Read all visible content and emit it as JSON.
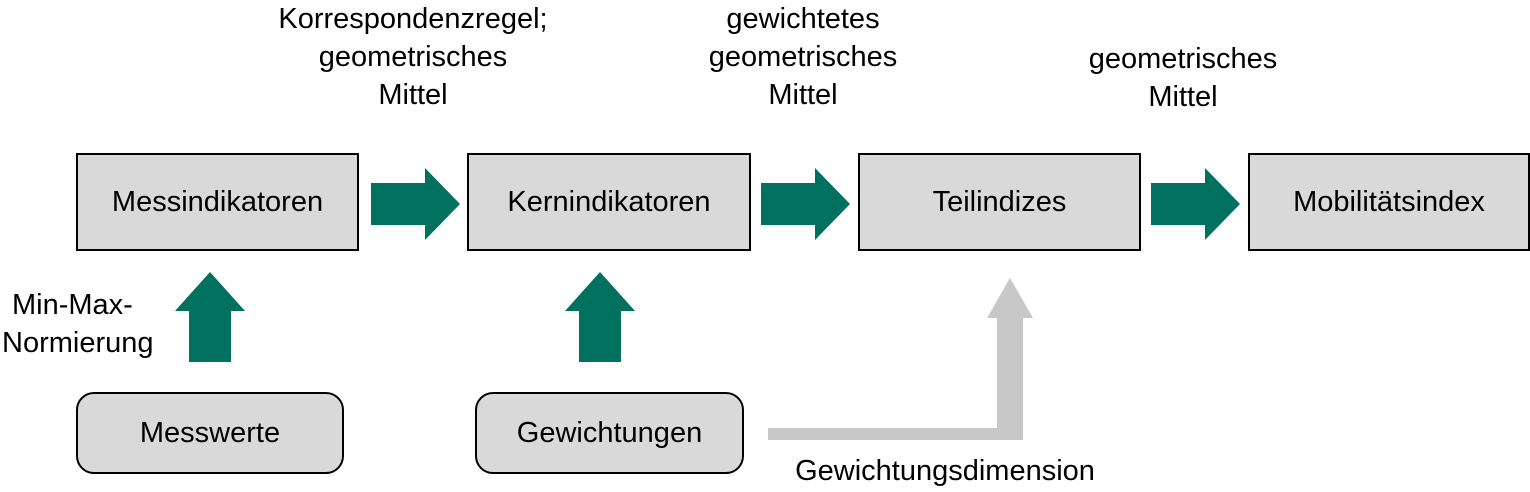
{
  "colors": {
    "arrow_primary": "#00705f",
    "arrow_secondary": "#c8c8c8",
    "box_fill": "#d9d9d9",
    "box_border": "#000000"
  },
  "stages": {
    "messindikatoren": "Messindikatoren",
    "kernindikatoren": "Kernindikatoren",
    "teilindizes": "Teilindizes",
    "mobilitaetsindex": "Mobilitätsindex"
  },
  "inputs": {
    "messwerte": "Messwerte",
    "gewichtungen": "Gewichtungen"
  },
  "transitions": {
    "step1": [
      "Korrespondenzregel;",
      "geometrisches",
      "Mittel"
    ],
    "step2": [
      "gewichtetes",
      "geometrisches",
      "Mittel"
    ],
    "step3": [
      "geometrisches",
      "Mittel"
    ],
    "normalization": [
      "Min-Max-",
      "Normierung"
    ],
    "weighting_dimension": "Gewichtungsdimension"
  }
}
